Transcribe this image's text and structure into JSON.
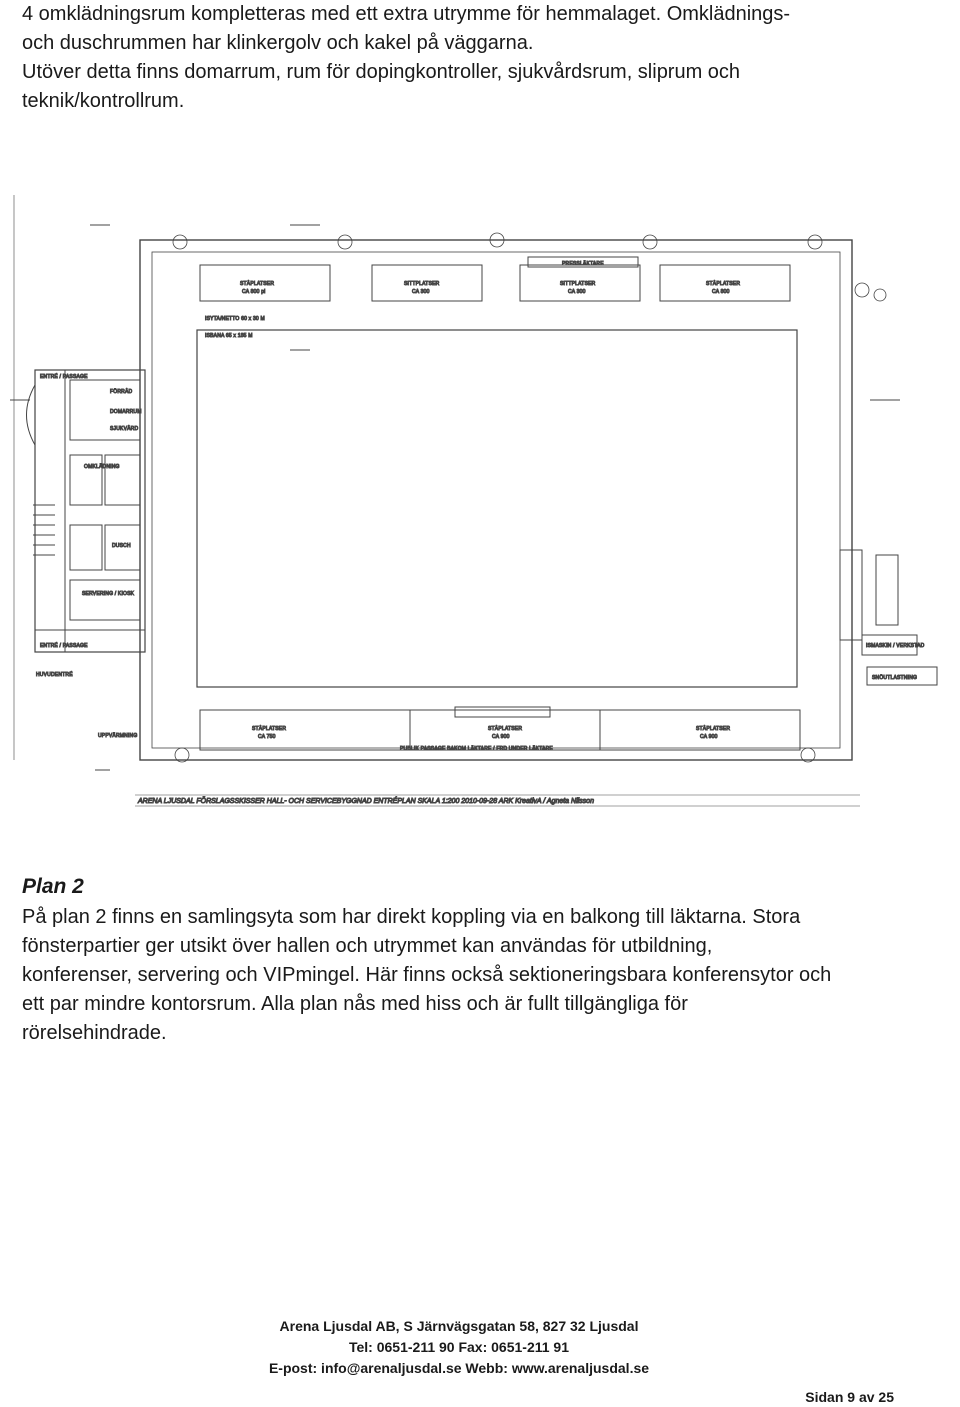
{
  "intro": {
    "line1": "4 omklädningsrum kompletteras med ett extra utrymme för hemmalaget. Omklädnings-",
    "line2": "och duschrummen har klinkergolv och kakel på väggarna.",
    "line3": "Utöver detta finns domarrum, rum för dopingkontroller, sjukvårdsrum, sliprum och",
    "line4": "teknik/kontrollrum."
  },
  "plan_drawing": {
    "title_block": "ARENA LJUSDAL   FÖRSLAGSSKISSER   HALL- OCH SERVICEBYGGNAD   ENTRÉPLAN   SKALA 1:200   2010-09-28   ARK KreativA / Agneta Nilsson",
    "labels": {
      "staplatser_top_left": "STÅPLATSER",
      "staplatser_top_left_cap": "CA 800 pl",
      "sittplatser_top_1": "SITTPLATSER",
      "sittplatser_top_1_cap": "CA 300",
      "sittplatser_top_2": "SITTPLATSER",
      "sittplatser_top_2_cap": "CA 300",
      "presslaktare": "PRESSLÄKTARE",
      "staplatser_top_right": "STÅPLATSER",
      "staplatser_top_right_cap": "CA 800",
      "isyta1": "ISYTA/NETTO 60 x 30 M",
      "isyta2": "ISBANA 65 x 185 M",
      "staplatser_bottom_left": "STÅPLATSER",
      "staplatser_bottom_left_cap": "CA 750",
      "staplatser_bottom_mid": "STÅPLATSER",
      "staplatser_bottom_mid_cap": "CA 900",
      "staplatser_bottom_right": "STÅPLATSER",
      "staplatser_bottom_right_cap": "CA 900",
      "publik_passage": "PUBLIK PASSAGE BAKOM LÄKTARE / FRD UNDER LÄKTARE",
      "entre_passage_top": "ENTRÉ / PASSAGE",
      "entre_passage_bottom": "ENTRÉ / PASSAGE",
      "huvudentre": "HUVUDENTRÉ",
      "uppvarmning": "UPPVÄRMNING",
      "servering": "SERVERING / KIOSK",
      "omkladning": "OMKLÄDNING",
      "domarrum": "DOMARRUM",
      "sjukvard": "SJUKVÅRD",
      "dusch": "DUSCH",
      "forrad": "FÖRRÅD",
      "verkstad": "ISMASKIN / VERKSTAD",
      "snoutlast": "SNÖUTLASTNING"
    }
  },
  "plan2": {
    "heading": "Plan 2",
    "line1": "På plan 2 finns en samlingsyta som har direkt koppling via en balkong till läktarna. Stora",
    "line2": "fönsterpartier ger utsikt över hallen och utrymmet kan användas för utbildning,",
    "line3": "konferenser, servering och VIPmingel. Här finns också sektioneringsbara konferensytor och",
    "line4": "ett par mindre kontorsrum. Alla plan nås med hiss och är fullt tillgängliga för",
    "line5": "rörelsehindrade."
  },
  "footer": {
    "line1": "Arena Ljusdal AB, S Järnvägsgatan 58, 827 32 Ljusdal",
    "line2": "Tel: 0651-211 90  Fax: 0651-211 91",
    "line3": "E-post: info@arenaljusdal.se  Webb: www.arenaljusdal.se"
  },
  "page_number": "Sidan 9 av 25"
}
